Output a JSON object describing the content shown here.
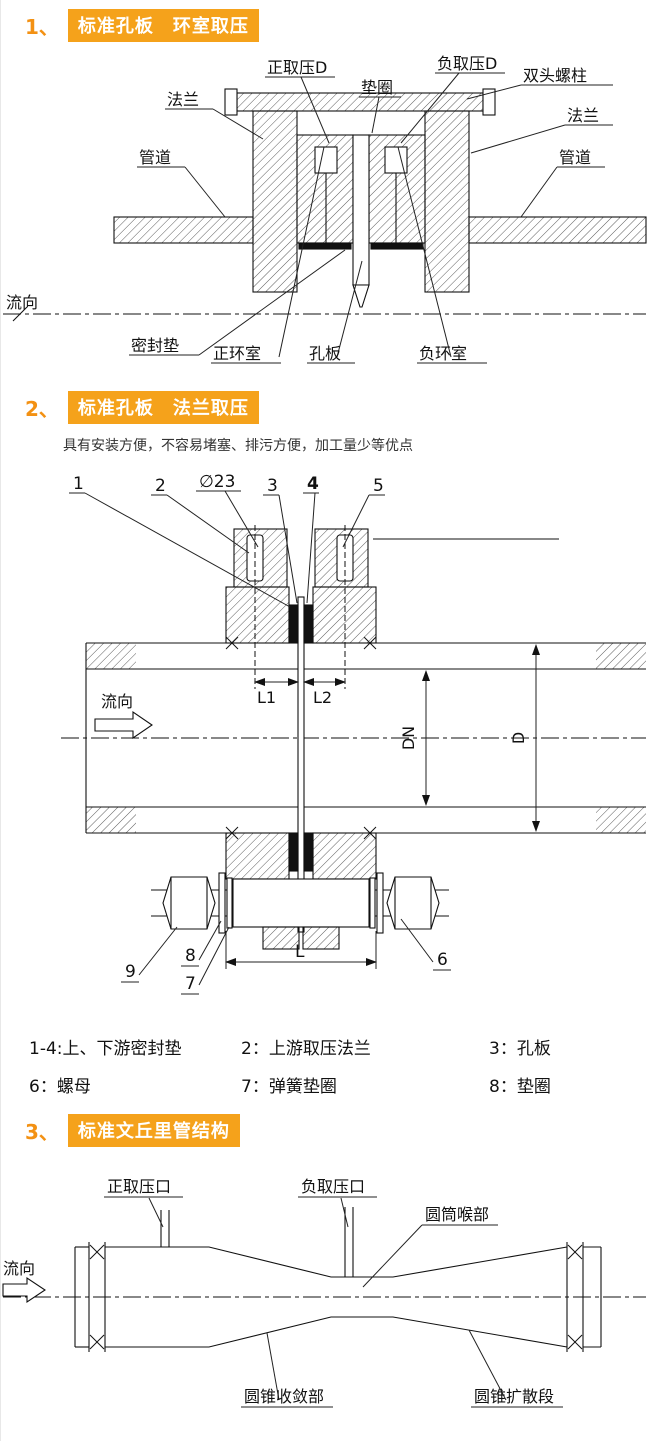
{
  "accent": "#f5a21b",
  "section1": {
    "number": "1、",
    "title": "标准孔板　环室取压",
    "labels": {
      "flange_left": "法兰",
      "pos_tap": "正取压D",
      "gasket_ring": "垫圈",
      "neg_tap": "负取压D",
      "stud_bolt": "双头螺柱",
      "flange_right": "法兰",
      "pipe_left": "管道",
      "pipe_right": "管道",
      "flow": "流向",
      "seal_gasket": "密封垫",
      "pos_chamber": "正环室",
      "orifice_plate": "孔板",
      "neg_chamber": "负环室"
    }
  },
  "section2": {
    "number": "2、",
    "title": "标准孔板　法兰取压",
    "subtitle": "具有安装方便，不容易堵塞、排污方便，加工量少等优点",
    "callouts": {
      "c1": "1",
      "c2": "2",
      "dia": "∅23",
      "c3": "3",
      "c4": "4",
      "c5": "5",
      "c6": "6",
      "c7": "7",
      "c8": "8",
      "c9": "9"
    },
    "dims": {
      "l1": "L1",
      "l2": "L2",
      "l": "L",
      "dn": "DN",
      "d": "D"
    },
    "flow": "流向",
    "legend": [
      "1-4:上、下游密封垫",
      "2：上游取压法兰",
      "3：孔板",
      "6：螺母",
      "7：弹簧垫圈",
      "8：垫圈"
    ]
  },
  "section3": {
    "number": "3、",
    "title": "标准文丘里管结构",
    "labels": {
      "pos_port": "正取压口",
      "neg_port": "负取压口",
      "throat": "圆筒喉部",
      "flow": "流向",
      "convergent": "圆锥收敛部",
      "divergent": "圆锥扩散段"
    }
  }
}
